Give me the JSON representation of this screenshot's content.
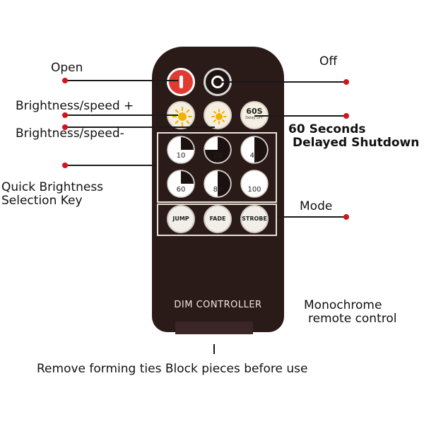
{
  "labels": {
    "open": "Open",
    "off": "Off",
    "brightness_plus": "Brightness/speed +",
    "brightness_minus": "Brightness/speed-",
    "delay_line1": "60 Seconds",
    "delay_line2": "Delayed Shutdown",
    "quick_line1": "Quick Brightness",
    "quick_line2": "Selection Key",
    "mode": "Mode",
    "mono_line1": "Monochrome",
    "mono_line2": "remote control",
    "footer": "Remove forming ties Block pieces before use"
  },
  "remote": {
    "brand": "DIM CONTROLLER",
    "delay_button": {
      "main": "60S",
      "sub": "Delay OFF"
    },
    "levels": [
      {
        "label": "10",
        "fraction": 0.25
      },
      {
        "label": "20",
        "fraction": 0.75
      },
      {
        "label": "40",
        "fraction": 0.5
      },
      {
        "label": "60",
        "fraction": 0.25
      },
      {
        "label": "80",
        "fraction": 0.5
      },
      {
        "label": "100",
        "fraction": 0.0
      }
    ],
    "modes": [
      "JUMP",
      "FADE",
      "STROBE"
    ]
  },
  "colors": {
    "remote_body": "#2a1a18",
    "power_red": "#e03a32",
    "callout_dot": "#d0151d",
    "button_face": "#f5efe3"
  }
}
